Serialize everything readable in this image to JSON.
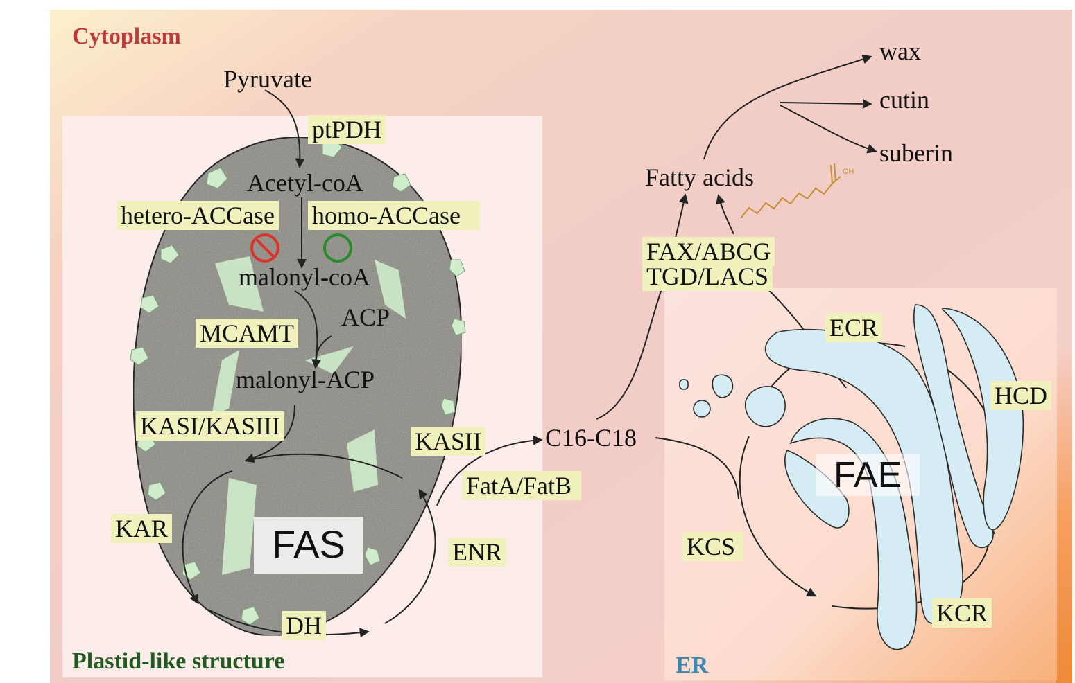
{
  "regions": {
    "cytoplasm": "Cytoplasm",
    "plastid": "Plastid-like structure",
    "er": "ER"
  },
  "metabolites": {
    "pyruvate": "Pyruvate",
    "acetyl_coa": "Acetyl-coA",
    "malonyl_coa": "malonyl-coA",
    "acp": "ACP",
    "malonyl_acp": "malonyl-ACP",
    "c16_c18": "C16-C18",
    "fatty_acids": "Fatty acids"
  },
  "enzymes": {
    "ptpdh": "ptPDH",
    "hetero_accase": "hetero-ACCase",
    "homo_accase": "homo-ACCase",
    "mcamt": "MCAMT",
    "kasi_kasiii": "KASI/KASIII",
    "kasii": "KASII",
    "kar": "KAR",
    "dh": "DH",
    "enr": "ENR",
    "fata_fatb": "FatA/FatB",
    "fax_abcg": "FAX/ABCG",
    "tgd_lacs": "TGD/LACS",
    "ecr": "ECR",
    "hcd": "HCD",
    "kcs": "KCS",
    "kcr": "KCR"
  },
  "complexes": {
    "fas": "FAS",
    "fae": "FAE"
  },
  "products": {
    "wax": "wax",
    "cutin": "cutin",
    "suberin": "suberin"
  },
  "molecule_label": "OH",
  "colors": {
    "cytoplasm_label": "#c0393b",
    "plastid_label": "#1f5a1f",
    "er_label": "#3b86b4",
    "highlight": "#f1f1bd",
    "plastid_body": "#a7a7a0",
    "plastid_patch": "#cfeccb",
    "er_membrane": "#d6ecf5",
    "prohibited": "#d9342b",
    "allowed": "#2a8a2a"
  }
}
